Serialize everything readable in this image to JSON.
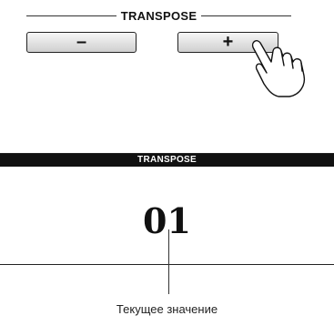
{
  "panel": {
    "group_title": "TRANSPOSE",
    "minus_label": "–",
    "plus_label": "+"
  },
  "display": {
    "header": "TRANSPOSE",
    "value": "01",
    "callout": "Текущее значение"
  },
  "icons": {
    "hand": "pointing-hand-icon"
  }
}
